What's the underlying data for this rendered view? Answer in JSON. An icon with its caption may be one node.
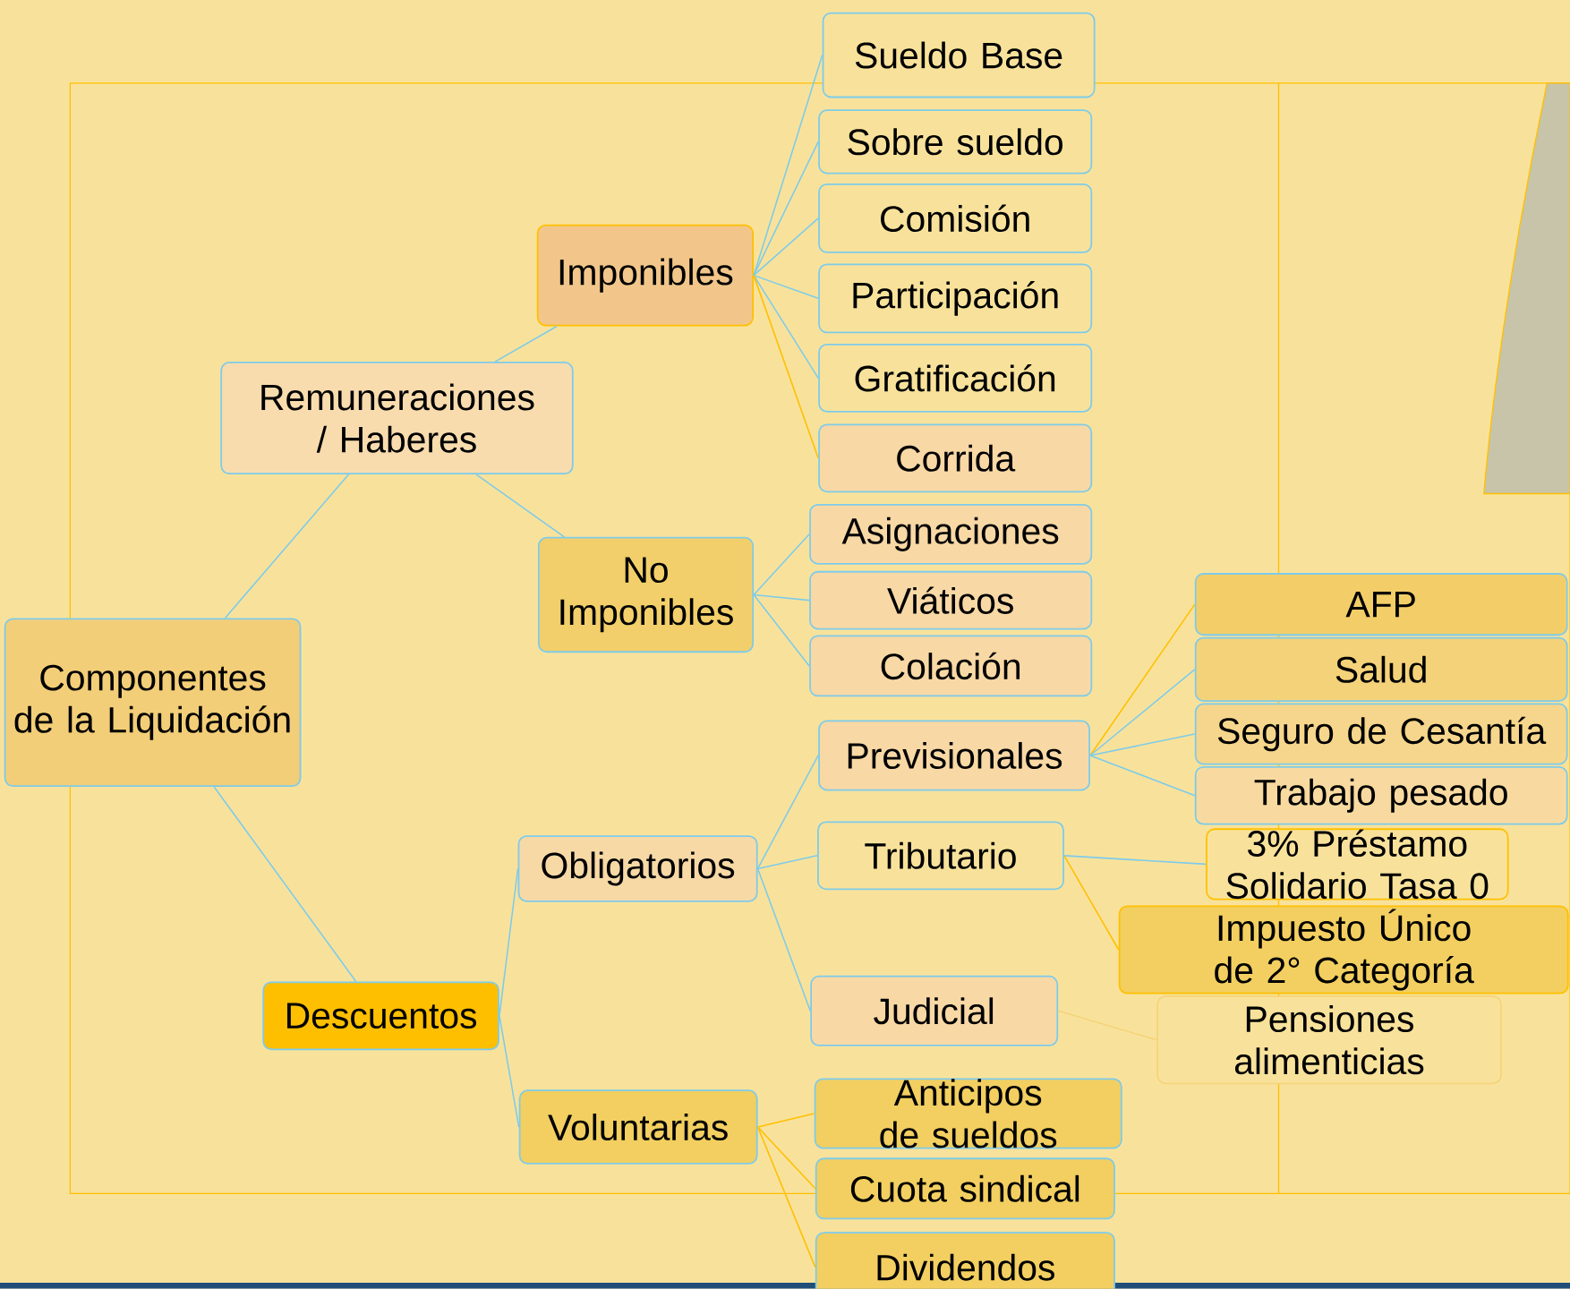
{
  "diagram": {
    "nodes": [
      {
        "text": [
          "Componentes de la Liquidación"
        ]
      },
      {
        "text": [
          "Remuneraciones / Haberes"
        ]
      },
      {
        "text": [
          "Imponibles"
        ]
      },
      {
        "text": [
          "No Imponibles"
        ]
      },
      {
        "text": [
          "Descuentos"
        ]
      },
      {
        "text": [
          "Obligatorios"
        ]
      },
      {
        "text": [
          "Voluntarias"
        ]
      },
      {
        "text": [
          "Sueldo Base"
        ]
      },
      {
        "text": [
          "Sobre sueldo"
        ]
      },
      {
        "text": [
          "Comisión"
        ]
      },
      {
        "text": [
          "Participación"
        ]
      },
      {
        "text": [
          "Gratificación"
        ]
      },
      {
        "text": [
          "Corrida"
        ]
      },
      {
        "text": [
          "Asignaciones"
        ]
      },
      {
        "text": [
          "Viáticos"
        ]
      },
      {
        "text": [
          "Colación"
        ]
      },
      {
        "text": [
          "Previsionales"
        ]
      },
      {
        "text": [
          "AFP"
        ]
      },
      {
        "text": [
          "Salud"
        ]
      },
      {
        "text": [
          "Seguro de Cesantía"
        ]
      },
      {
        "text": [
          "Trabajo pesado"
        ]
      },
      {
        "text": [
          "Tributario"
        ]
      },
      {
        "text": [
          "3% Préstamo Solidario Tasa 0"
        ]
      },
      {
        "text": [
          "Impuesto Único de 2° Categoría"
        ]
      },
      {
        "text": [
          "Judicial"
        ]
      },
      {
        "text": [
          "Pensiones alimenticias"
        ]
      },
      {
        "text": [
          "Anticipos de sueldos"
        ]
      },
      {
        "text": [
          "Cuota sindical"
        ]
      },
      {
        "text": [
          "Dividendos"
        ]
      }
    ],
    "edges": [
      {
        "from": 0,
        "to": 1,
        "arrow": "none"
      },
      {
        "from": 0,
        "to": 4,
        "arrow": "none"
      },
      {
        "from": 1,
        "to": 2,
        "arrow": "none"
      },
      {
        "from": 1,
        "to": 3,
        "arrow": "none"
      },
      {
        "from": 2,
        "to": 7,
        "arrow": "none"
      },
      {
        "from": 2,
        "to": 8,
        "arrow": "none"
      },
      {
        "from": 2,
        "to": 9,
        "arrow": "none"
      },
      {
        "from": 2,
        "to": 10,
        "arrow": "none"
      },
      {
        "from": 2,
        "to": 11,
        "arrow": "none"
      },
      {
        "from": 2,
        "to": 12,
        "arrow": "none",
        "color": "#ffc000"
      },
      {
        "from": 3,
        "to": 13,
        "arrow": "none"
      },
      {
        "from": 3,
        "to": 14,
        "arrow": "none"
      },
      {
        "from": 3,
        "to": 15,
        "arrow": "none"
      },
      {
        "from": 4,
        "to": 5,
        "arrow": "none"
      },
      {
        "from": 4,
        "to": 6,
        "arrow": "none"
      },
      {
        "from": 5,
        "to": 16,
        "arrow": "none"
      },
      {
        "from": 5,
        "to": 21,
        "arrow": "none"
      },
      {
        "from": 5,
        "to": 24,
        "arrow": "none"
      },
      {
        "from": 16,
        "to": 17,
        "arrow": "none",
        "color": "#ffc000"
      },
      {
        "from": 16,
        "to": 18,
        "arrow": "none"
      },
      {
        "from": 16,
        "to": 19,
        "arrow": "none"
      },
      {
        "from": 16,
        "to": 20,
        "arrow": "none"
      },
      {
        "from": 21,
        "to": 22,
        "arrow": "none"
      },
      {
        "from": 21,
        "to": 23,
        "arrow": "none",
        "color": "#ffc000"
      },
      {
        "from": 24,
        "to": 25,
        "arrow": "none",
        "color": "#f5d37a"
      },
      {
        "from": 6,
        "to": 26,
        "arrow": "none",
        "color": "#ffc000"
      },
      {
        "from": 6,
        "to": 27,
        "arrow": "none",
        "color": "#ffc000"
      },
      {
        "from": 6,
        "to": 28,
        "arrow": "none",
        "color": "#ffc000"
      }
    ]
  }
}
